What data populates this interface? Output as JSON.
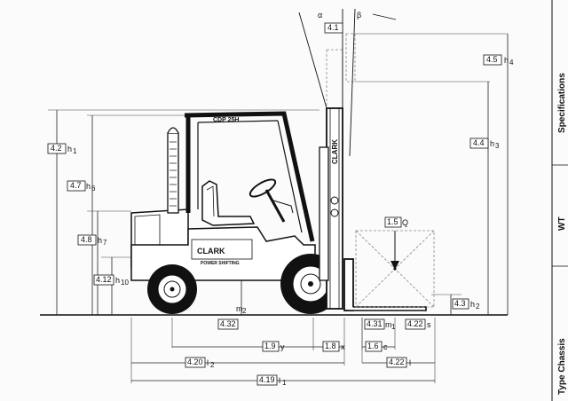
{
  "truck": {
    "model": "CDP 25H",
    "brand_mast": "CLARK",
    "brand_side": "CLARK",
    "sub_badge": "POWER SHIFTING"
  },
  "angles": {
    "alpha": "α",
    "beta": "β"
  },
  "labels": {
    "tilt": {
      "code": "4.1",
      "sym": ""
    },
    "h4": {
      "code": "4.5",
      "sym": "h",
      "sub": "4"
    },
    "h3": {
      "code": "4.4",
      "sym": "h",
      "sub": "3"
    },
    "h1": {
      "code": "4.2",
      "sym": "h",
      "sub": "1"
    },
    "h6": {
      "code": "4.7",
      "sym": "h",
      "sub": "6"
    },
    "h7": {
      "code": "4.8",
      "sym": "h",
      "sub": "7"
    },
    "h10": {
      "code": "4.12",
      "sym": "h",
      "sub": "10"
    },
    "q": {
      "code": "1.5",
      "sym": "Q",
      "sub": ""
    },
    "h2": {
      "code": "4.3",
      "sym": "h",
      "sub": "2"
    },
    "m2": {
      "code": "",
      "sym": "m",
      "sub": "2"
    },
    "m2code": {
      "code": "4.32",
      "sym": "",
      "sub": ""
    },
    "m1": {
      "code": "4.31",
      "sym": "m",
      "sub": "1"
    },
    "s": {
      "code": "4.22",
      "sym": "s",
      "sub": ""
    },
    "y": {
      "code": "1.9",
      "sym": "y",
      "sub": ""
    },
    "x": {
      "code": "1.8",
      "sym": "x",
      "sub": ""
    },
    "c": {
      "code": "1.6",
      "sym": "c",
      "sub": ""
    },
    "l2": {
      "code": "4.20",
      "sym": "l",
      "sub": "2"
    },
    "l": {
      "code": "4.22",
      "sym": "l",
      "sub": ""
    },
    "l1": {
      "code": "4.19",
      "sym": "l",
      "sub": "1"
    }
  },
  "side_tabs": [
    "Specifications",
    "WT",
    "Type Chassis"
  ],
  "colors": {
    "ink": "#111111",
    "paper": "#fbfbfb",
    "dash": "#888888"
  }
}
